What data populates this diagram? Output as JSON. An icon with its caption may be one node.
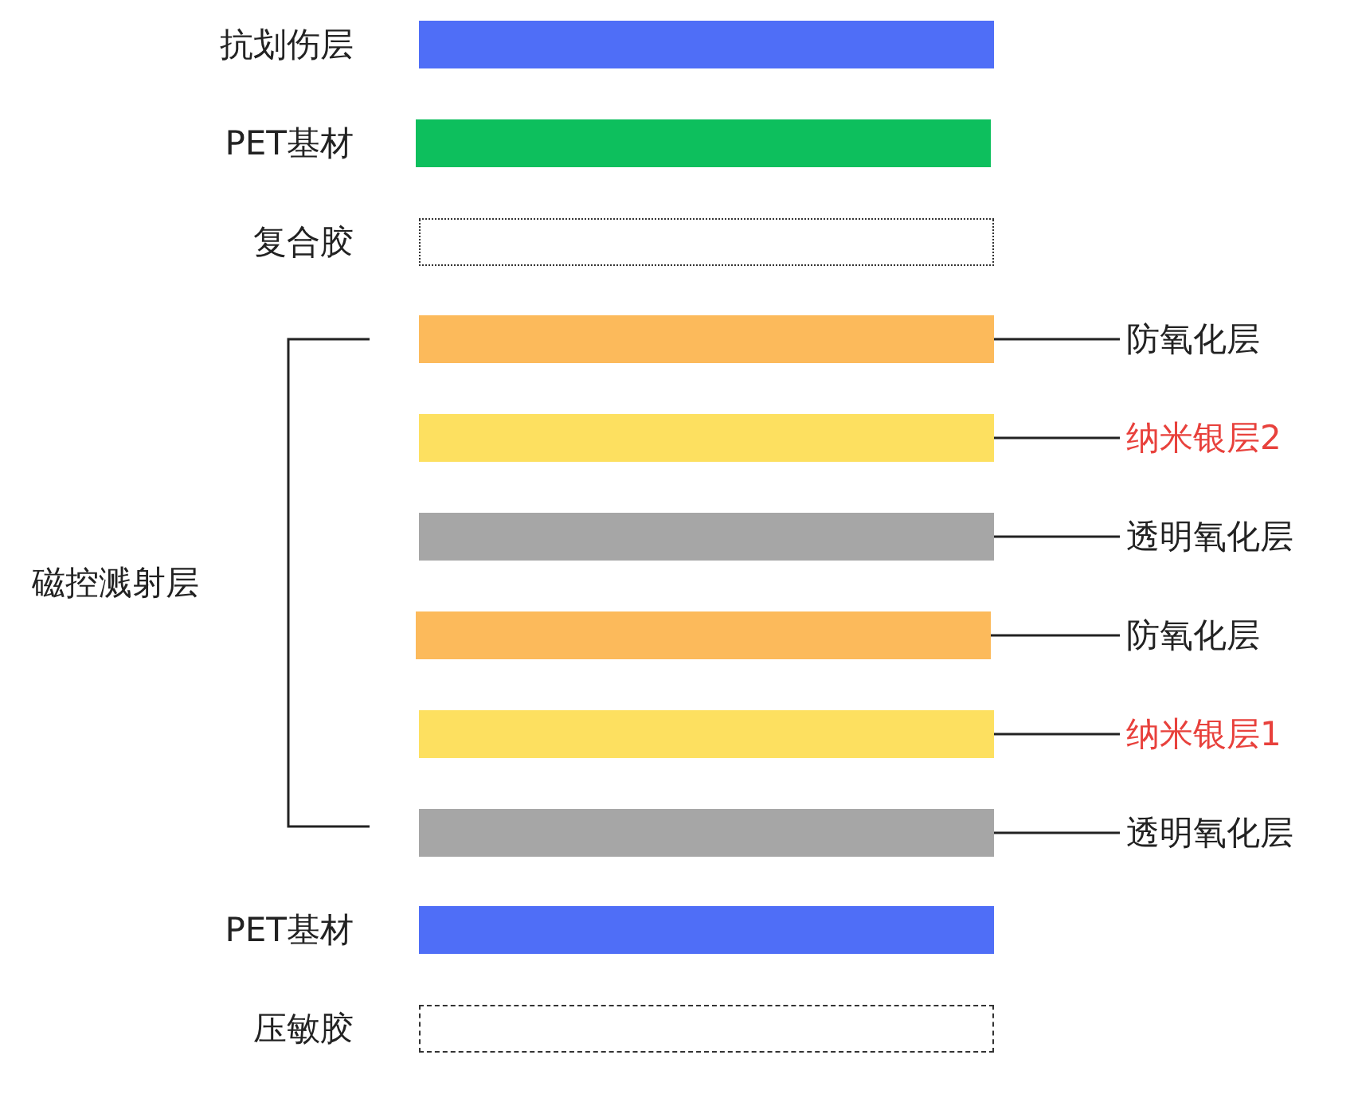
{
  "diagram": {
    "nodes": [
      {
        "text": [],
        "shape": "bar",
        "beside": [
          "抗划伤层"
        ]
      },
      {
        "text": [],
        "shape": "bar",
        "beside": [
          "PET基材"
        ]
      },
      {
        "text": [],
        "shape": "bar",
        "beside": [
          "复合胶"
        ]
      },
      {
        "text": [],
        "shape": "bar"
      },
      {
        "text": [],
        "shape": "bar"
      },
      {
        "text": [],
        "shape": "bar"
      },
      {
        "text": [],
        "shape": "bar"
      },
      {
        "text": [],
        "shape": "bar"
      },
      {
        "text": [],
        "shape": "bar"
      },
      {
        "text": [],
        "shape": "bar",
        "beside": [
          "PET基材"
        ]
      },
      {
        "text": [],
        "shape": "bar",
        "beside": [
          "压敏胶"
        ]
      },
      {
        "text": [
          "防氧化层"
        ]
      },
      {
        "text": [
          "纳米银层2"
        ]
      },
      {
        "text": [
          "透明氧化层"
        ]
      },
      {
        "text": [
          "防氧化层"
        ]
      },
      {
        "text": [
          "纳米银层1"
        ]
      },
      {
        "text": [
          "透明氧化层"
        ]
      }
    ],
    "edges": [
      {
        "from": 11,
        "to": 3,
        "arrow": "none"
      },
      {
        "from": 12,
        "to": 4,
        "arrow": "none"
      },
      {
        "from": 13,
        "to": 5,
        "arrow": "none"
      },
      {
        "from": 14,
        "to": 6,
        "arrow": "none"
      },
      {
        "from": 15,
        "to": 7,
        "arrow": "none"
      },
      {
        "from": 16,
        "to": 8,
        "arrow": "none"
      }
    ],
    "labels": [
      "磁控溅射层"
    ]
  }
}
